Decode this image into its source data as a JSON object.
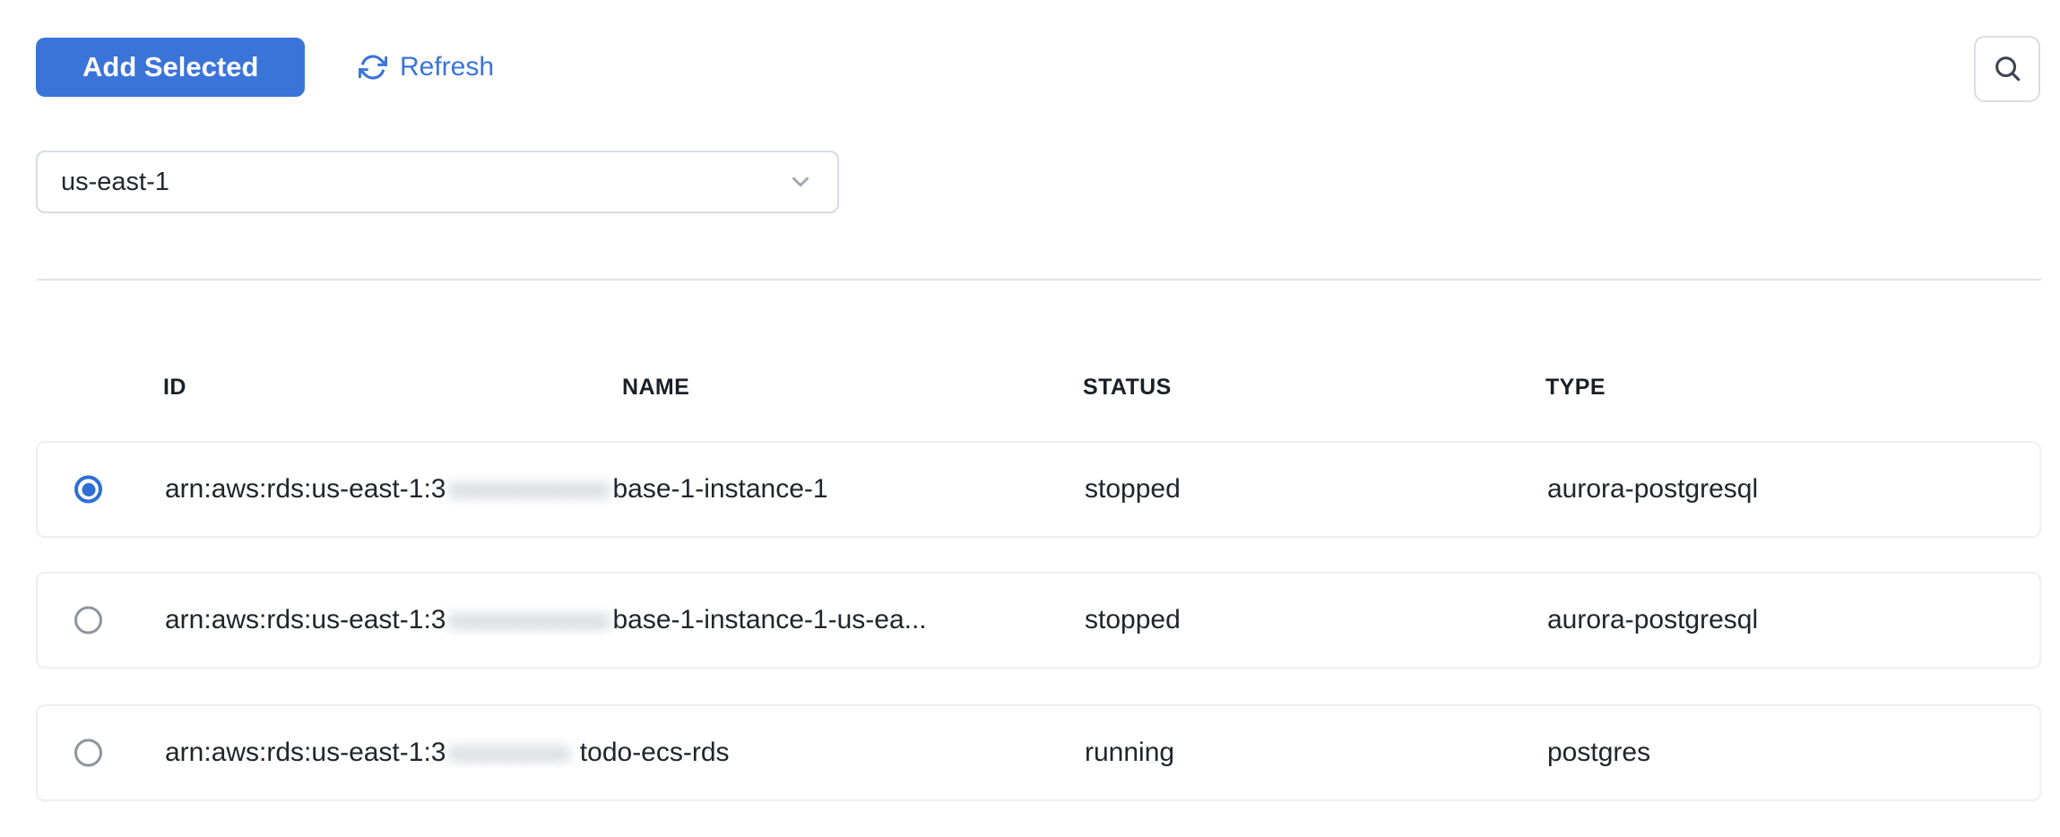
{
  "toolbar": {
    "add_selected_label": "Add Selected",
    "refresh_label": "Refresh",
    "refresh_icon": "refresh-circular-arrows",
    "search_icon": "magnifier"
  },
  "region_dropdown": {
    "value": "us-east-1",
    "chevron_icon": "chevron-down"
  },
  "table": {
    "headers": {
      "id": "ID",
      "name": "NAME",
      "status": "STATUS",
      "type": "TYPE"
    },
    "rows": [
      {
        "selected": true,
        "id_prefix": "arn:aws:rds:us-east-1:3",
        "id_redacted": "xxxxxxxxxxxx",
        "id_suffix": "base-1-instance-1",
        "status": "stopped",
        "type": "aurora-postgresql"
      },
      {
        "selected": false,
        "id_prefix": "arn:aws:rds:us-east-1:3",
        "id_redacted": "xxxxxxxxxxxx",
        "id_suffix": "base-1-instance-1-us-ea...",
        "status": "stopped",
        "type": "aurora-postgresql"
      },
      {
        "selected": false,
        "id_prefix": "arn:aws:rds:us-east-1:3",
        "id_redacted": "xxxxxxxxx",
        "id_suffix": " todo-ecs-rds",
        "status": "running",
        "type": "postgres"
      }
    ]
  },
  "colors": {
    "accent_blue": "#3b74d9",
    "radio_selected_blue": "#2e6fd6",
    "row_border": "#eef0f3",
    "text_dark": "#20252c"
  }
}
